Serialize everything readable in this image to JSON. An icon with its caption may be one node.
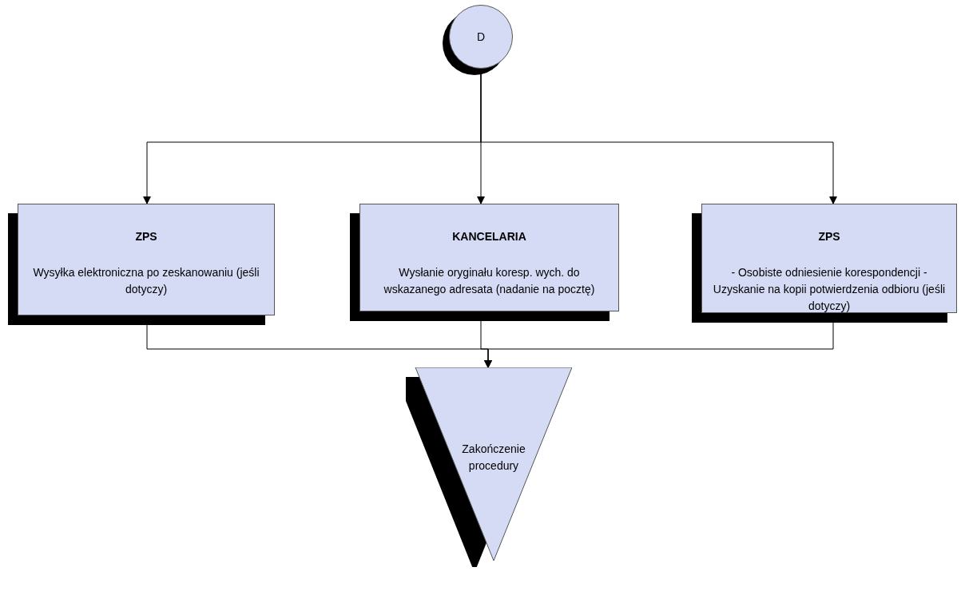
{
  "diagram": {
    "nodes": [
      {
        "text": [
          "D"
        ]
      },
      {
        "text": [
          "ZPS",
          "Wysyłka elektroniczna po zeskanowaniu (jeśli dotyczy)"
        ]
      },
      {
        "text": [
          "KANCELARIA",
          "Wysłanie oryginału koresp. wych. do wskazanego adresata (nadanie na pocztę)"
        ]
      },
      {
        "text": [
          "ZPS",
          "- Osobiste odniesienie korespondencji - Uzyskanie na kopii potwierdzenia odbioru (jeśli dotyczy)"
        ]
      },
      {
        "text": [
          "Zakończenie procedury"
        ]
      }
    ],
    "edges": [
      {
        "from": 0,
        "to": 1,
        "arrow": "to"
      },
      {
        "from": 0,
        "to": 2,
        "arrow": "to"
      },
      {
        "from": 0,
        "to": 3,
        "arrow": "to"
      },
      {
        "from": 1,
        "to": 4,
        "arrow": "to"
      },
      {
        "from": 2,
        "to": 4,
        "arrow": "to"
      },
      {
        "from": 3,
        "to": 4,
        "arrow": "to"
      }
    ]
  }
}
